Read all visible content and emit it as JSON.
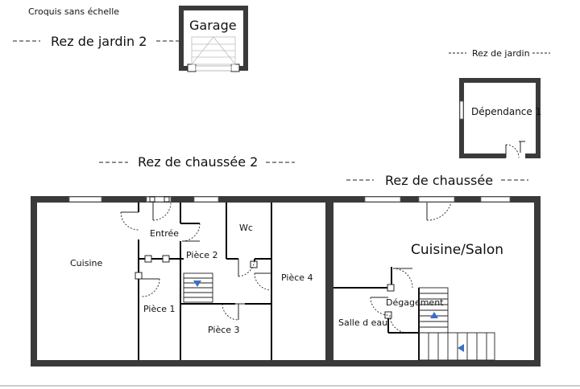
{
  "sketch_note": "Croquis sans échelle",
  "levels": {
    "garden_2": "Rez de jardin 2",
    "garden": "Rez de jardin",
    "ground_2": "Rez de chaussée 2",
    "ground": "Rez de chaussée"
  },
  "rooms": {
    "garage": "Garage",
    "dependance": "Dépendance 1",
    "cuisine": "Cuisine",
    "entree": "Entrée",
    "piece1": "Pièce 1",
    "piece2": "Pièce 2",
    "piece3": "Pièce 3",
    "piece4": "Pièce 4",
    "wc": "Wc",
    "cuisine_salon": "Cuisine/Salon",
    "degagement": "Dégagement",
    "salle_eau": "Salle d eau"
  },
  "colors": {
    "wall": "#3a3a3a",
    "stair_arrow": "#3a6fc4"
  }
}
